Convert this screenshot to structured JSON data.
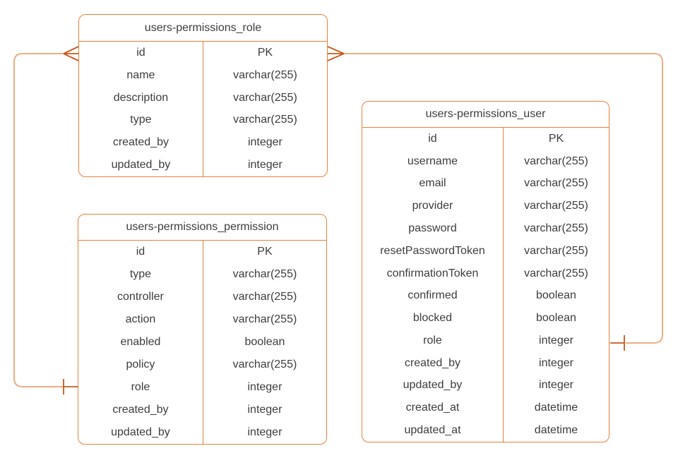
{
  "colors": {
    "table_border": "#e8813c",
    "connector_line": "#efad82",
    "cardinality_marker": "#c7591d",
    "text": "#3d3d3d",
    "background": "#ffffff"
  },
  "tables": {
    "role": {
      "title": "users-permissions_role",
      "rows": [
        {
          "field": "id",
          "type": "PK"
        },
        {
          "field": "name",
          "type": "varchar(255)"
        },
        {
          "field": "description",
          "type": "varchar(255)"
        },
        {
          "field": "type",
          "type": "varchar(255)"
        },
        {
          "field": "created_by",
          "type": "integer"
        },
        {
          "field": "updated_by",
          "type": "integer"
        }
      ]
    },
    "permission": {
      "title": "users-permissions_permission",
      "rows": [
        {
          "field": "id",
          "type": "PK"
        },
        {
          "field": "type",
          "type": "varchar(255)"
        },
        {
          "field": "controller",
          "type": "varchar(255)"
        },
        {
          "field": "action",
          "type": "varchar(255)"
        },
        {
          "field": "enabled",
          "type": "boolean"
        },
        {
          "field": "policy",
          "type": "varchar(255)"
        },
        {
          "field": "role",
          "type": "integer"
        },
        {
          "field": "created_by",
          "type": "integer"
        },
        {
          "field": "updated_by",
          "type": "integer"
        }
      ]
    },
    "user": {
      "title": "users-permissions_user",
      "rows": [
        {
          "field": "id",
          "type": "PK"
        },
        {
          "field": "username",
          "type": "varchar(255)"
        },
        {
          "field": "email",
          "type": "varchar(255)"
        },
        {
          "field": "provider",
          "type": "varchar(255)"
        },
        {
          "field": "password",
          "type": "varchar(255)"
        },
        {
          "field": "resetPasswordToken",
          "type": "varchar(255)"
        },
        {
          "field": "confirmationToken",
          "type": "varchar(255)"
        },
        {
          "field": "confirmed",
          "type": "boolean"
        },
        {
          "field": "blocked",
          "type": "boolean"
        },
        {
          "field": "role",
          "type": "integer"
        },
        {
          "field": "created_by",
          "type": "integer"
        },
        {
          "field": "updated_by",
          "type": "integer"
        },
        {
          "field": "created_at",
          "type": "datetime"
        },
        {
          "field": "updated_at",
          "type": "datetime"
        }
      ]
    }
  },
  "relationships": [
    {
      "from_table": "users-permissions_role",
      "from_field": "id",
      "from_cardinality": "many (crow's foot)",
      "to_table": "users-permissions_permission",
      "to_field": "role",
      "to_cardinality": "one (tick)"
    },
    {
      "from_table": "users-permissions_role",
      "from_field": "id",
      "from_cardinality": "many (crow's foot)",
      "to_table": "users-permissions_user",
      "to_field": "role",
      "to_cardinality": "one (tick)"
    }
  ]
}
